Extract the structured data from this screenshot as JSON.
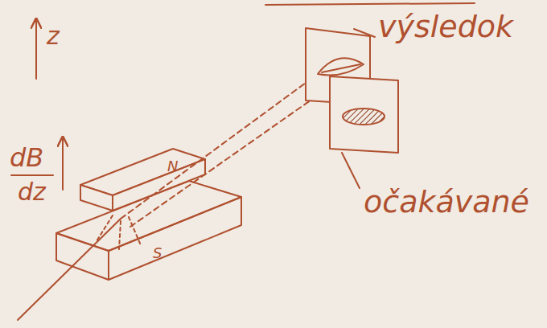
{
  "diagram": {
    "labels": [
      "z",
      "dB",
      "dz",
      "N",
      "S",
      "výsledok",
      "očakávané"
    ]
  }
}
